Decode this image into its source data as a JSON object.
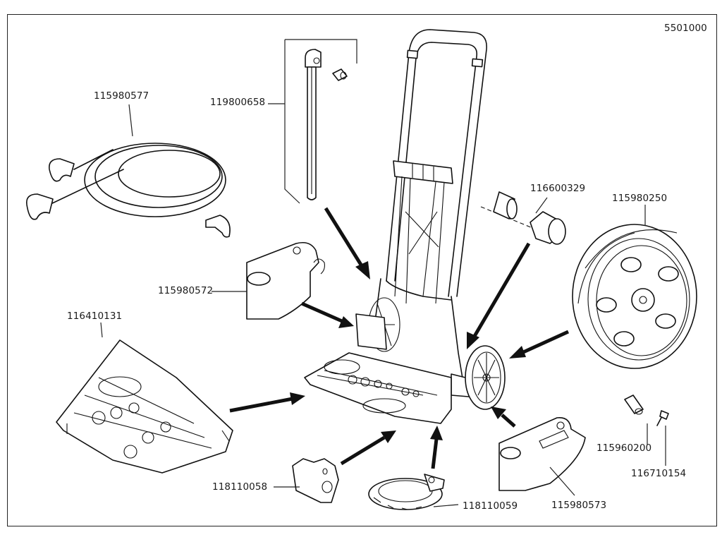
{
  "diagram": {
    "title": "Exploded parts view — folding hand truck",
    "drawing_number": "5501000",
    "colors": {
      "line": "#111111",
      "background": "#ffffff"
    },
    "parts": [
      {
        "id": "bungee-cord",
        "number": "115980577",
        "description": "Elastic bungee cord with hooks"
      },
      {
        "id": "axle-rod",
        "number": "119800658",
        "description": "Pivot rod with spacer sleeve"
      },
      {
        "id": "end-cap",
        "number": "116600329",
        "description": "Axle end cap with sleeve"
      },
      {
        "id": "wheel",
        "number": "115980250",
        "description": "Wheel"
      },
      {
        "id": "left-bracket",
        "number": "115980572",
        "description": "Left wheel bracket"
      },
      {
        "id": "platform",
        "number": "116410131",
        "description": "Folding nose plate / platform"
      },
      {
        "id": "spacer",
        "number": "115960200",
        "description": "Spacer sleeve"
      },
      {
        "id": "screw",
        "number": "116710154",
        "description": "Screw"
      },
      {
        "id": "latch-plate",
        "number": "118110058",
        "description": "Latch plate"
      },
      {
        "id": "gear-ring",
        "number": "118110059",
        "description": "Locking ring"
      },
      {
        "id": "right-bracket",
        "number": "115980573",
        "description": "Right wheel bracket"
      }
    ]
  }
}
